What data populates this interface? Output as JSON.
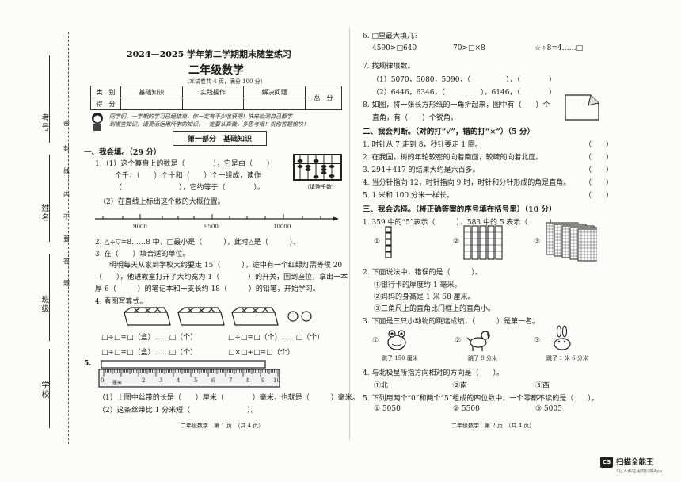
{
  "left": {
    "side_labels": {
      "kaohao": "考号",
      "xingming": "姓名",
      "banji": "班级",
      "xuexiao": "学校"
    },
    "seal_chars": [
      "密",
      "封",
      "线",
      "内",
      "不",
      "要",
      "答",
      "题"
    ],
    "title1": "2024—2025 学年第二学期期末随堂练习",
    "title2": "二年级数学",
    "subtitle": "（本试卷共 4 页，满分 100 分）",
    "score_table": {
      "r1": [
        "类　别",
        "基础知识",
        "实践操作",
        "解决问题"
      ],
      "r2": "得　分",
      "total": "总　分"
    },
    "intro1": "同学们，一学期的学习已经结束，你一定有不少收获吧！快来检测自己都学",
    "intro2": "到哪些知识，请灵活运用所学的知识，一定要认真做，多思考哦！祝你答题愉快！",
    "part1": "第一部分　基础知识",
    "s1": "一、我会填。（29 分）",
    "q1_1a": "1.（1）这个算盘上的数是（　　　　），它是由（　　）",
    "q1_1b": "个千，（　　）个十和（　　）个一组成，读作",
    "q1_1c": "（　　　　　　　　），它约等于（　　　　）。",
    "abacus_label": "（填整千数）",
    "q1_2": "（2）在直线上标出这个数的大概位置。",
    "ticks": [
      "9000",
      "9500",
      "10000"
    ],
    "q2": "2. △÷▽=8……8 中，□最小是（　　　），此时△是（　　　）。",
    "q3": "3. 在（　　）填合适的单位。",
    "q3_l1": "明明每天从家到学校大约要走 15（　　　），途中有一个红绿灯需等候 20",
    "q3_l2": "（　　），他进教室打开了大约宽为 1（　　　　）的开关，回到座位，拿出一本",
    "q3_l3": "厚 6（　　　）的笔记本和一支长约 18（　　　）的铅笔，开始学习。",
    "q4": "4. 看图写算式。",
    "q4_r1a": "□÷□=□（盒）……□（个）",
    "q4_r1b": "□÷□=□（个）……□（个）",
    "q4_r2a": "□÷□=□（盒）……□（个）",
    "q4_r2b": "□×□+□=□（个）",
    "q5": "5.",
    "ruler_cm": "厘米",
    "ruler_nums": [
      "0",
      "1",
      "2",
      "3",
      "4",
      "5",
      "6",
      "7",
      "8",
      "9",
      "10"
    ],
    "q5_1": "（1）上图中丝带的长是（　　）厘米（　　　　）毫米，也就是（　　　）毫米。",
    "q5_2": "（2）这条丝带比 1 分米短（　　　　　　　　）。",
    "footer": "二年级数学　第 1 页　（共 4 页）"
  },
  "right": {
    "q6": "6. □里最大填几？",
    "q6_items": [
      "4590>□640",
      "70>□×8",
      "☆÷8=4……□"
    ],
    "q7": "7. 找规律填数。",
    "q7_1": "（1）5070，5080，5090，（　　　　　），（　　　　）",
    "q7_2": "（2）6446，6346，（　　　　　），6146，（　　　　）",
    "q8_a": "8. 如图，将一张长方形纸的一角折起来，图中有（　　）个",
    "q8_b": "直角，有（　　）个锐角。",
    "s2": "二、我会判断。（对的打“√”，错的打“×”）（5 分）",
    "j1": "1. 时针从 7 走到 8，秒针要走 1 圈。",
    "j2": "2. 在我国，树的年轮较密的向着南面，较疏的向着北面。",
    "j3": "3. 294＋417 的结果大约是六百多。",
    "j4": "4. 当分针指向 12，时针指向 9 时，时针和分针形成的角是直角。",
    "j5": "5. 1 米和 100 分米一样长。",
    "paren": "（　　）",
    "s3": "三、我会选择。（将正确答案的序号填在括号里）（10 分）",
    "c1": "1. 359 中的“5”表示（　　　），583 中的 5 表示（　　　）。",
    "c1_marks": [
      "①",
      "②",
      "③"
    ],
    "c2": "2. 下面说法中，错误的是（　　　）。",
    "c2_opts": [
      "①银行卡的厚度约 1 毫米。",
      "②妈妈的身高是 1 米 68 厘米。",
      "③三角尺上的直角比门框上的直角小。"
    ],
    "c3": "3. 下面是三只小动物的跳远成绩，（　　　）是第一名。",
    "c3_opts": [
      "跳了 150 厘米",
      "跳了 9 分米",
      "跳了 1 米 6 分米"
    ],
    "c4": "4. 与北极星所指方向相对的方向是（　　）。",
    "c4_opts": [
      "①北",
      "②南",
      "③西"
    ],
    "c5": "5. 下列用两个“0”和两个“5”组成的四位数中，一个零都不读的是（　　）。",
    "c5_opts": [
      "① 5050",
      "② 5500",
      "③ 5005"
    ],
    "footer": "二年级数学　第 2 页　（共 4 页）"
  },
  "watermark": {
    "logo": "CS",
    "name": "扫描全能王",
    "sub": "3亿人都在用的扫描App"
  }
}
